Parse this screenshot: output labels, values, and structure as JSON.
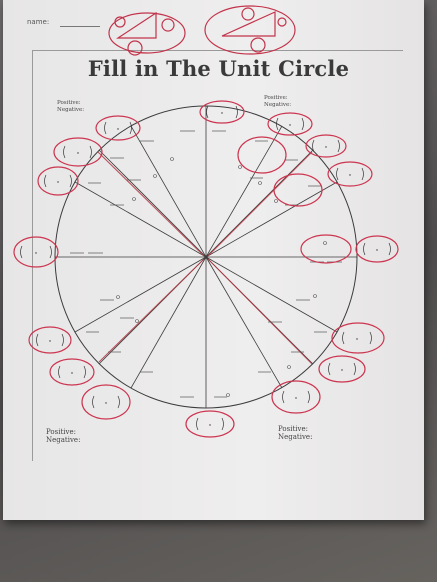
{
  "worksheet": {
    "name_label": "name:",
    "title": "Fill in The Unit Circle",
    "quadrant_labels": {
      "top_left": {
        "positive": "Positive:",
        "negative": "Negative:"
      },
      "top_right": {
        "positive": "Positive:",
        "negative": "Negative:"
      },
      "bottom_left": {
        "positive": "Positive:",
        "negative": "Negative:"
      },
      "bottom_right": {
        "positive": "Positive:",
        "negative": "Negative:"
      }
    }
  }
}
